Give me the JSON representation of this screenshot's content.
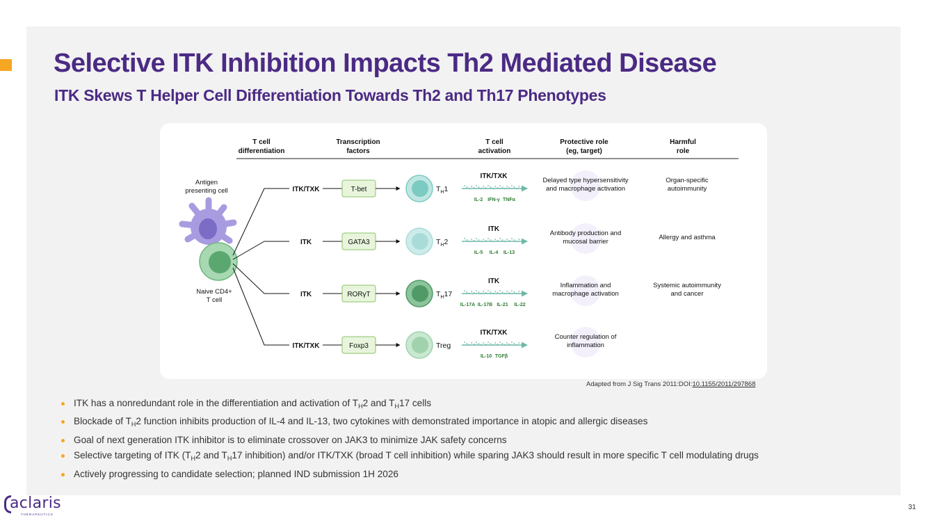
{
  "slide": {
    "title": "Selective ITK Inhibition Impacts Th2 Mediated Disease",
    "subtitle": "ITK Skews T Helper Cell Differentiation Towards Th2 and Th17 Phenotypes",
    "page_number": "31",
    "accent_color": "#f5a623",
    "brand_color": "#4b2a84"
  },
  "figure": {
    "headers": {
      "differentiation": [
        "T cell",
        "differentiation"
      ],
      "transcription": [
        "Transcription",
        "factors"
      ],
      "activation": [
        "T cell",
        "activation"
      ],
      "protective": [
        "Protective role",
        "(eg, target)"
      ],
      "harmful": [
        "Harmful",
        "role"
      ]
    },
    "apc_label": [
      "Antigen",
      "presenting cell"
    ],
    "naive_label": [
      "Naive CD4+",
      "T cell"
    ],
    "rows": [
      {
        "kinase": "ITK/TXK",
        "factor": "T-bet",
        "cell": "T",
        "cell_sub": "H",
        "cell_suffix": "1",
        "act_kinase": "ITK/TXK",
        "cytokines": [
          "IL-2",
          "IFN-γ",
          "TNFα"
        ],
        "protective": [
          "Delayed type hypersensitivity",
          "and macrophage activation"
        ],
        "harmful": [
          "Organ-specific",
          "autoimmunity"
        ]
      },
      {
        "kinase": "ITK",
        "factor": "GATA3",
        "cell": "T",
        "cell_sub": "H",
        "cell_suffix": "2",
        "act_kinase": "ITK",
        "cytokines": [
          "IL-5",
          "IL-4",
          "IL-13"
        ],
        "protective": [
          "Antibody production and",
          "mucosal barrier"
        ],
        "harmful": [
          "Allergy and asthma"
        ]
      },
      {
        "kinase": "ITK",
        "factor": "RORγT",
        "cell": "T",
        "cell_sub": "H",
        "cell_suffix": "17",
        "act_kinase": "ITK",
        "cytokines": [
          "IL-17A",
          "IL-17B",
          "IL-21",
          "IL-22"
        ],
        "protective": [
          "Inflammation and",
          "macrophage activation"
        ],
        "harmful": [
          "Systemic autoimmunity",
          "and cancer"
        ]
      },
      {
        "kinase": "ITK/TXK",
        "factor": "Foxp3",
        "cell": "Treg",
        "cell_sub": "",
        "cell_suffix": "",
        "act_kinase": "ITK/TXK",
        "cytokines": [
          "IL-10",
          "TGFβ"
        ],
        "protective": [
          "Counter regulation of",
          "inflammation"
        ],
        "harmful": []
      }
    ]
  },
  "citation": {
    "prefix": "Adapted from J Sig Trans 2011:DOI:",
    "doi": "10.1155/2011/297868"
  },
  "bullets": [
    {
      "parts": [
        "ITK has a nonredundant role in the differentiation and activation of T",
        "H",
        "2 and T",
        "H",
        "17 cells"
      ]
    },
    {
      "parts": [
        "Blockade of T",
        "H",
        "2 function inhibits production of IL-4 and IL-13, two cytokines with demonstrated importance in atopic and allergic diseases"
      ]
    },
    {
      "parts": [
        "Goal of next generation ITK inhibitor is to eliminate crossover on JAK3 to minimize JAK safety concerns"
      ]
    },
    {
      "parts": [
        "Selective targeting of ITK (T",
        "H",
        "2 and T",
        "H",
        "17 inhibition) and/or ITK/TXK (broad T cell inhibition) while sparing JAK3 should result in more specific T cell modulating drugs"
      ]
    },
    {
      "parts": [
        "Actively progressing to candidate selection; planned IND submission 1H 2026"
      ]
    }
  ],
  "logo": {
    "name": "aclaris",
    "tagline": "THERAPEUTICS"
  }
}
